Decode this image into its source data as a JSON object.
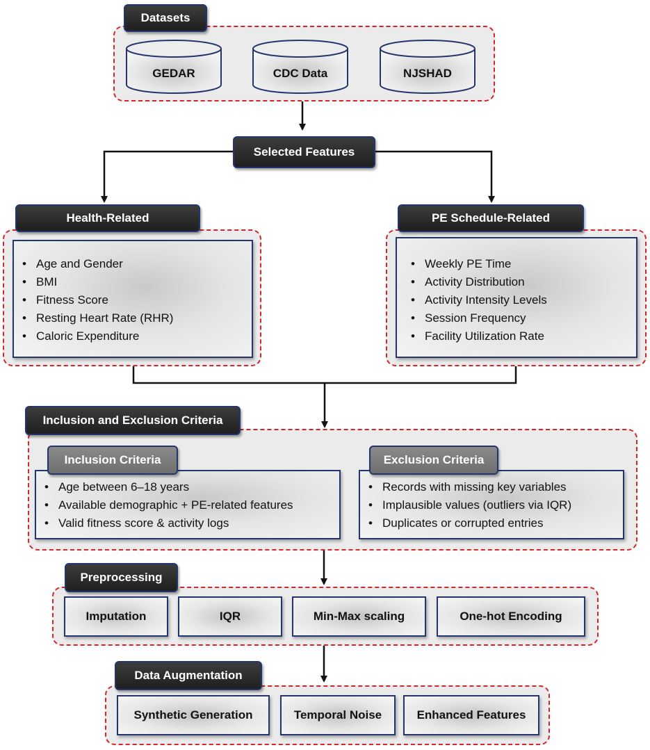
{
  "datasets": {
    "title": "Datasets",
    "items": [
      "GEDAR",
      "CDC Data",
      "NJSHAD"
    ]
  },
  "selected_features": {
    "title": "Selected Features"
  },
  "health": {
    "title": "Health-Related",
    "items": [
      "Age and Gender",
      "BMI",
      "Fitness Score",
      "Resting Heart Rate (RHR)",
      "Caloric Expenditure"
    ]
  },
  "pe": {
    "title": "PE Schedule-Related",
    "items": [
      "Weekly PE Time",
      "Activity Distribution",
      "Activity Intensity Levels",
      "Session Frequency",
      "Facility Utilization Rate"
    ]
  },
  "criteria": {
    "title": "Inclusion and Exclusion Criteria",
    "inclusion": {
      "title": "Inclusion Criteria",
      "items": [
        "Age between 6–18 years",
        "Available demographic + PE-related features",
        "Valid fitness score & activity logs"
      ]
    },
    "exclusion": {
      "title": "Exclusion Criteria",
      "items": [
        "Records with missing key variables",
        "Implausible values (outliers via IQR)",
        "Duplicates or corrupted entries"
      ]
    }
  },
  "preprocessing": {
    "title": "Preprocessing",
    "steps": [
      "Imputation",
      "IQR",
      "Min-Max scaling",
      "One-hot Encoding"
    ]
  },
  "augmentation": {
    "title": "Data Augmentation",
    "steps": [
      "Synthetic Generation",
      "Temporal Noise",
      "Enhanced Features"
    ]
  },
  "colors": {
    "dashed_border": "#d3252b",
    "box_border": "#24356e",
    "title_bg": "#2b2b2b",
    "group_bg": "#ebebeb"
  }
}
